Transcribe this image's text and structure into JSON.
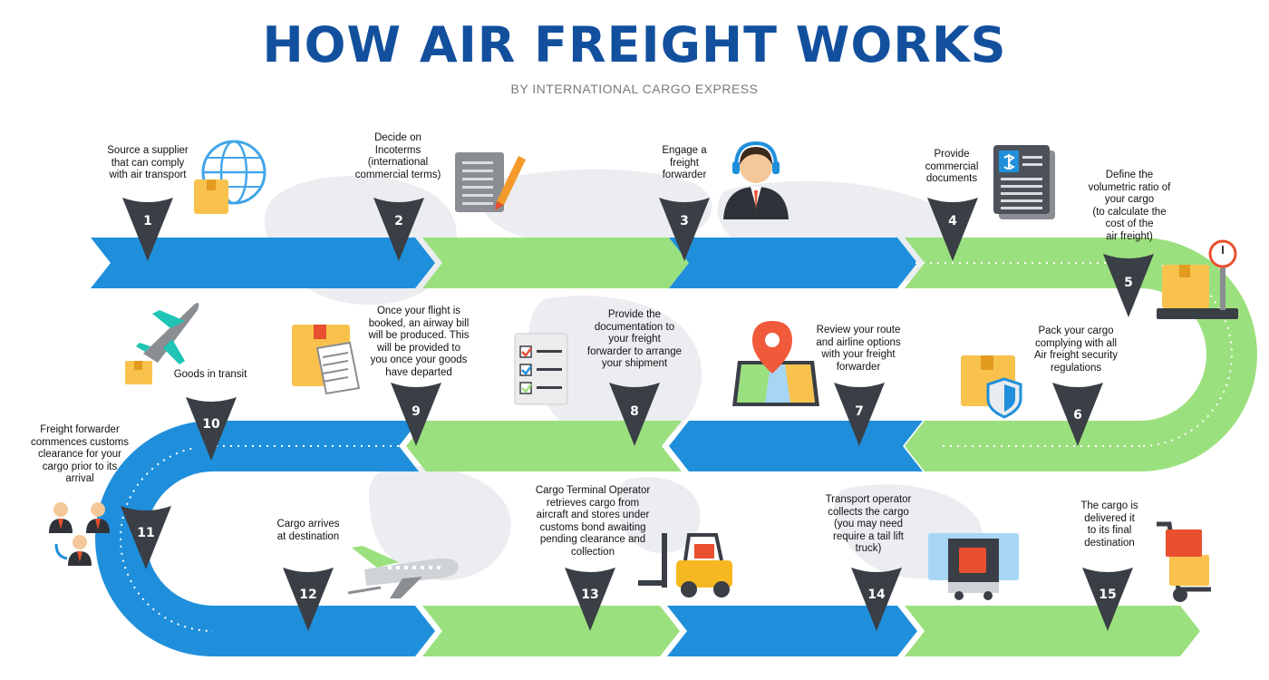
{
  "header": {
    "title": "HOW AIR FREIGHT WORKS",
    "subtitle": "BY INTERNATIONAL CARGO EXPRESS"
  },
  "colors": {
    "title": "#12509e",
    "subtitle": "#7a7a7a",
    "blue": "#1f8fdb",
    "green": "#9be07e",
    "marker": "#3a3e45",
    "map": "#ebedf0"
  },
  "steps": [
    {
      "num": "1",
      "text": "Source a supplier\nthat  can comply\nwith air transport",
      "icon": "globe-box-icon"
    },
    {
      "num": "2",
      "text": "Decide on\nIncoterms\n(international\ncommercial terms)",
      "icon": "contract-pencil-icon"
    },
    {
      "num": "3",
      "text": "Engage a\nfreight\nforwarder",
      "icon": "headset-agent-icon"
    },
    {
      "num": "4",
      "text": "Provide\ncommercial\ndocuments",
      "icon": "invoice-document-icon"
    },
    {
      "num": "5",
      "text": "Define the\nvolumetric ratio of\nyour cargo\n(to calculate the\ncost of the\nair freight)",
      "icon": "scale-box-icon"
    },
    {
      "num": "6",
      "text": "Pack your cargo\ncomplying with all\nAir freight security\nregulations",
      "icon": "box-shield-icon"
    },
    {
      "num": "7",
      "text": "Review your route\nand airline options\nwith your freight\nforwarder",
      "icon": "map-pin-icon"
    },
    {
      "num": "8",
      "text": "Provide the\ndocumentation to\nyour freight\nforwarder to arrange\nyour shipment",
      "icon": "checklist-icon"
    },
    {
      "num": "9",
      "text": "Once your flight is\nbooked, an airway bill\nwill be produced. This\nwill be provided to\nyou once your goods\nhave departed",
      "icon": "airway-bill-icon"
    },
    {
      "num": "10",
      "text": "Goods in transit",
      "icon": "airplane-box-icon"
    },
    {
      "num": "11",
      "text": "Freight forwarder\ncommences customs\nclearance for your\ncargo prior to its\narrival",
      "icon": "people-exchange-icon"
    },
    {
      "num": "12",
      "text": "Cargo arrives\nat destination",
      "icon": "landing-plane-icon"
    },
    {
      "num": "13",
      "text": "Cargo Terminal Operator\nretrieves cargo from\naircraft and stores under\ncustoms bond awaiting\npending clearance and\ncollection",
      "icon": "forklift-icon"
    },
    {
      "num": "14",
      "text": "Transport operator\ncollects the cargo\n(you may need\nrequire a tail lift\ntruck)",
      "icon": "truck-icon"
    },
    {
      "num": "15",
      "text": "The cargo is\ndelivered it\nto its final\ndestination",
      "icon": "hand-trolley-icon"
    }
  ]
}
